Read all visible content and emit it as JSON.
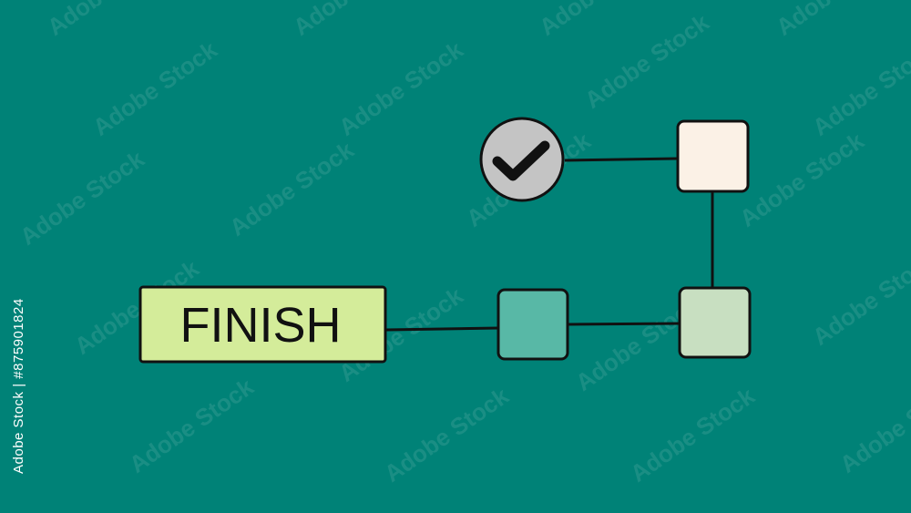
{
  "finish_box": {
    "label": "FINISH",
    "fill": "#d4ec9a"
  },
  "watermark": {
    "text": "Adobe Stock"
  },
  "stock_id": {
    "text": "Adobe Stock | #875901824"
  },
  "check_node": {
    "icon": "checkmark-icon",
    "fill": "#c4c4c4"
  },
  "colors": {
    "background": "#008277",
    "node_top_right": "#fbf1e6",
    "node_bottom_right": "#c8dfc1",
    "node_middle": "#58b8a6",
    "connector": "#111111"
  }
}
